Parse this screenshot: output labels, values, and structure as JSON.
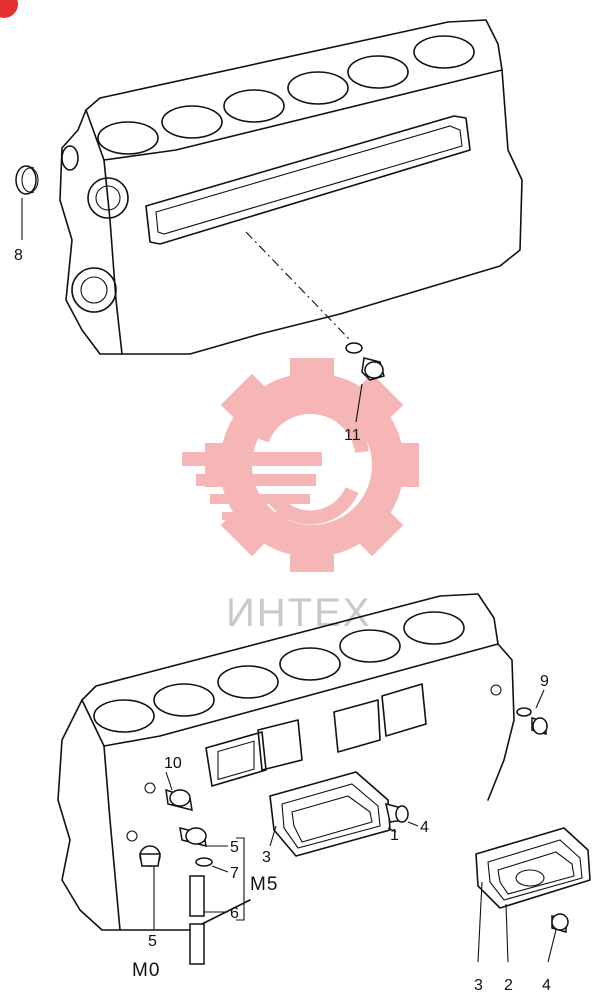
{
  "watermark": {
    "text": "ИНТЕХ",
    "color": "#f07c7c"
  },
  "callouts": {
    "c8": "8",
    "c11": "11",
    "c10": "10",
    "c9": "9",
    "c5a": "5",
    "c7": "7",
    "c6": "6",
    "c5b": "5",
    "c3a": "3",
    "c1": "1",
    "c4a": "4",
    "c3b": "3",
    "c2": "2",
    "c4b": "4"
  },
  "variants": {
    "m5": "M5",
    "m0": "M0"
  }
}
